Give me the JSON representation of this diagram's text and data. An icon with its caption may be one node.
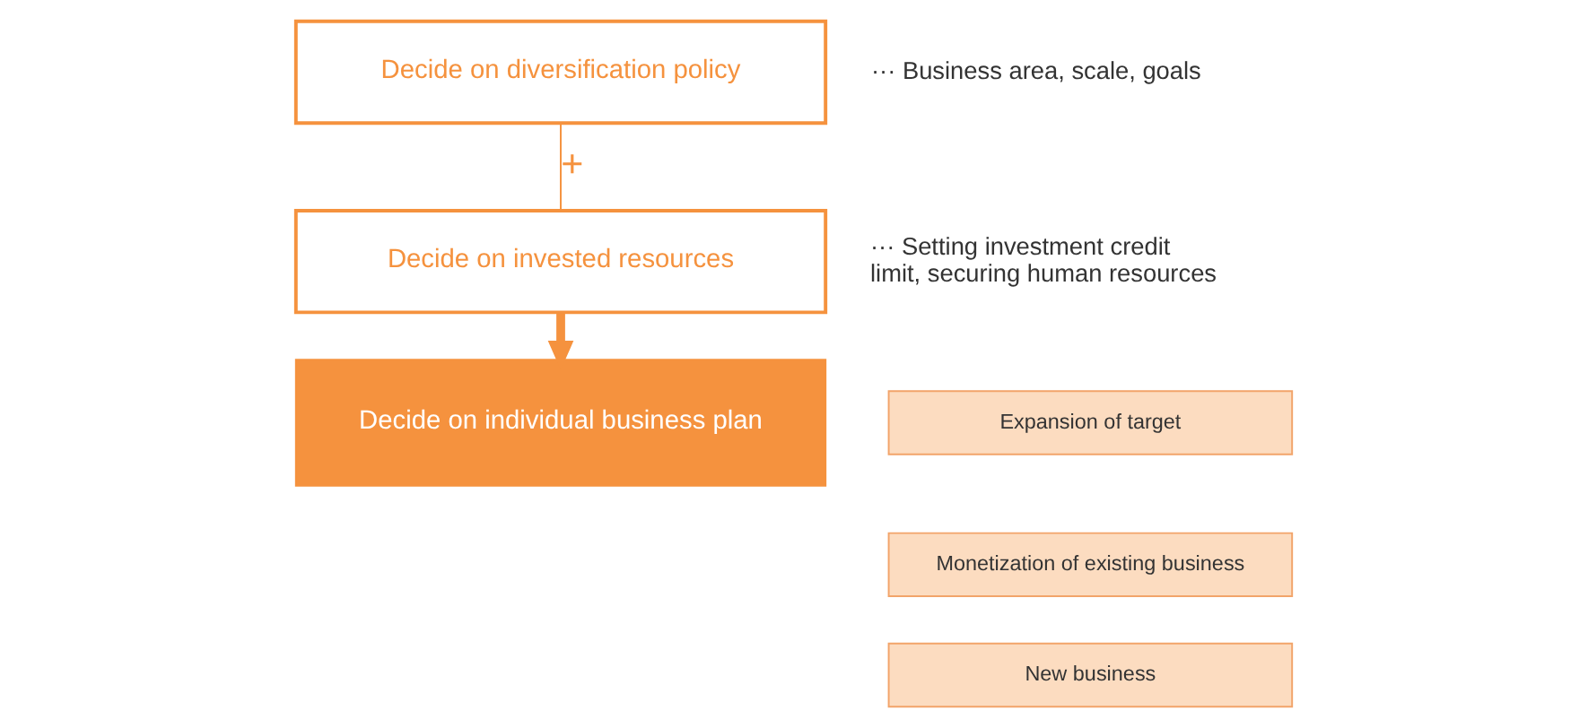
{
  "diagram": {
    "nodes": [
      {
        "text": [
          "Decide on diversification policy"
        ],
        "beside": [
          "··· Business area, scale, goals"
        ]
      },
      {
        "text": [
          "Decide on invested resources"
        ],
        "beside": [
          "··· Setting investment credit limit, securing human resources"
        ]
      },
      {
        "text": [
          "Decide on individual business plan"
        ]
      },
      {
        "text": [
          "Expansion of target"
        ]
      },
      {
        "text": [
          "Monetization of existing business"
        ]
      },
      {
        "text": [
          "New business"
        ]
      }
    ],
    "edges": [
      {
        "from": 0,
        "to": 1,
        "arrow": "none",
        "label": "+"
      },
      {
        "from": 1,
        "to": 2,
        "arrow": "to",
        "style": "thick"
      }
    ]
  }
}
